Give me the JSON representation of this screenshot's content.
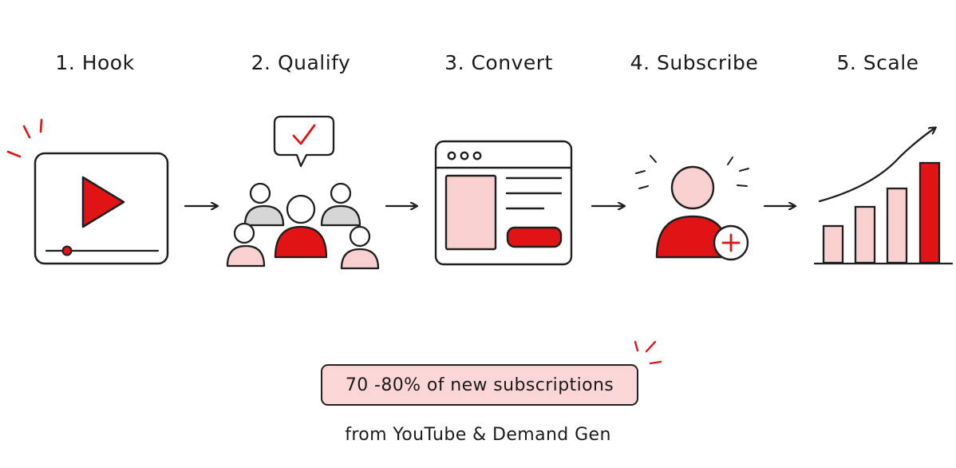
{
  "steps": [
    {
      "label": "1. Hook"
    },
    {
      "label": "2. Qualify"
    },
    {
      "label": "3. Convert"
    },
    {
      "label": "4. Subscribe"
    },
    {
      "label": "5. Scale"
    }
  ],
  "stat": {
    "headline": "70 -80% of new subscriptions",
    "subline": "from YouTube & Demand Gen"
  },
  "icons": {
    "hook": "video-player-icon",
    "qualify": "audience-check-icon",
    "convert": "web-page-icon",
    "subscribe": "new-subscriber-icon",
    "scale": "growth-bar-chart-icon"
  },
  "colors": {
    "accent_red": "#e01414",
    "light_pink": "#f9d0d0",
    "gray": "#d6d6d6",
    "stroke": "#1f1f1f"
  }
}
